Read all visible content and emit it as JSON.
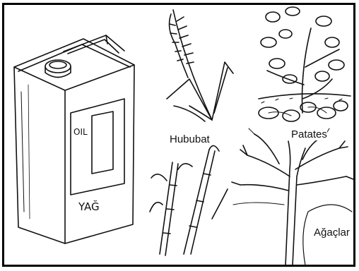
{
  "can": {
    "label_oil": "OIL",
    "label_yag": "YAĞ"
  },
  "captions": {
    "hububat": "Hububat",
    "patates": "Patates",
    "agaclar": "Ağaçlar"
  }
}
